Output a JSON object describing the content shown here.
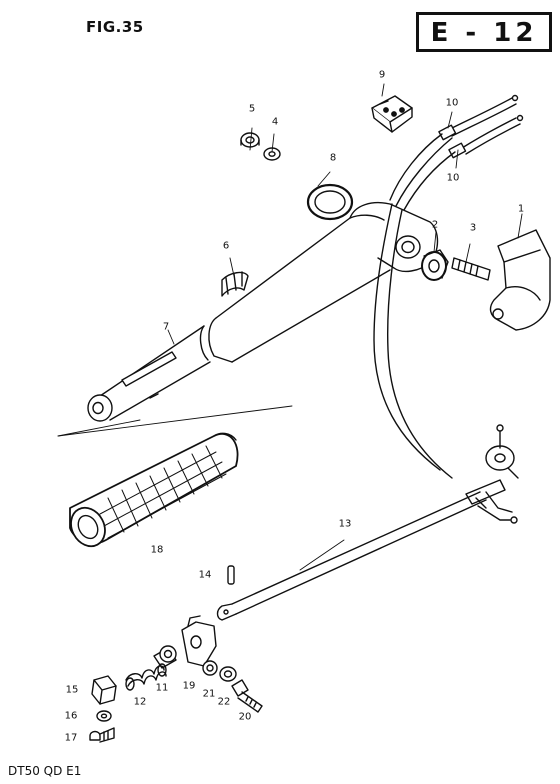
{
  "figure": {
    "title": "FIG.35",
    "code": "E - 12",
    "model": "DT50 QD E1"
  },
  "callouts": [
    "1",
    "2",
    "3",
    "4",
    "5",
    "6",
    "7",
    "8",
    "9",
    "10",
    "10",
    "11",
    "12",
    "13",
    "14",
    "15",
    "16",
    "17",
    "18",
    "19",
    "20",
    "21",
    "22"
  ],
  "parts": {
    "bracket": "1",
    "bushing": "2",
    "stud": "3",
    "washer_small": "4",
    "nut_small": "5",
    "clip": "6",
    "tiller_handle": "7",
    "washer_large": "8",
    "cable_guide": "9",
    "throttle_cable_a": "10",
    "throttle_cable_b": "10",
    "bushing_small": "11",
    "spring": "12",
    "stop_rod": "13",
    "pin": "14",
    "knob": "15",
    "washer_16": "16",
    "screw_17": "17",
    "grip": "18",
    "stop_plate": "19",
    "bolt_20": "20",
    "washer_21": "21",
    "washer_22": "22"
  }
}
